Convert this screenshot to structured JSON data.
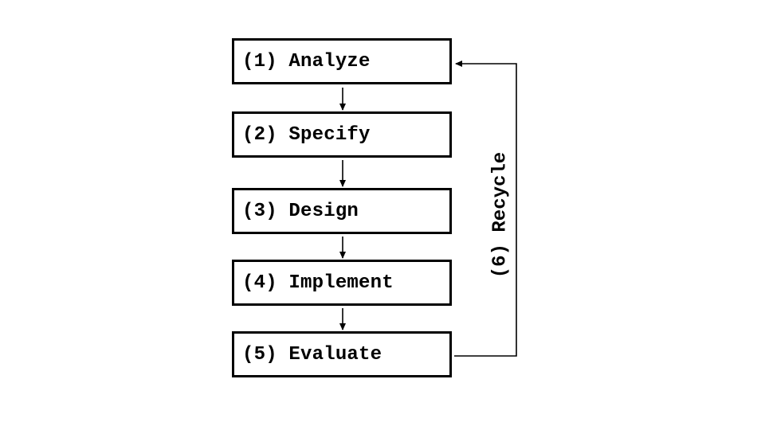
{
  "steps": [
    {
      "label": "(1) Analyze"
    },
    {
      "label": "(2) Specify"
    },
    {
      "label": "(3) Design"
    },
    {
      "label": "(4) Implement"
    },
    {
      "label": "(5) Evaluate"
    }
  ],
  "feedback": {
    "label": "(6) Recycle"
  },
  "colors": {
    "stroke": "#000000",
    "background": "#ffffff"
  }
}
